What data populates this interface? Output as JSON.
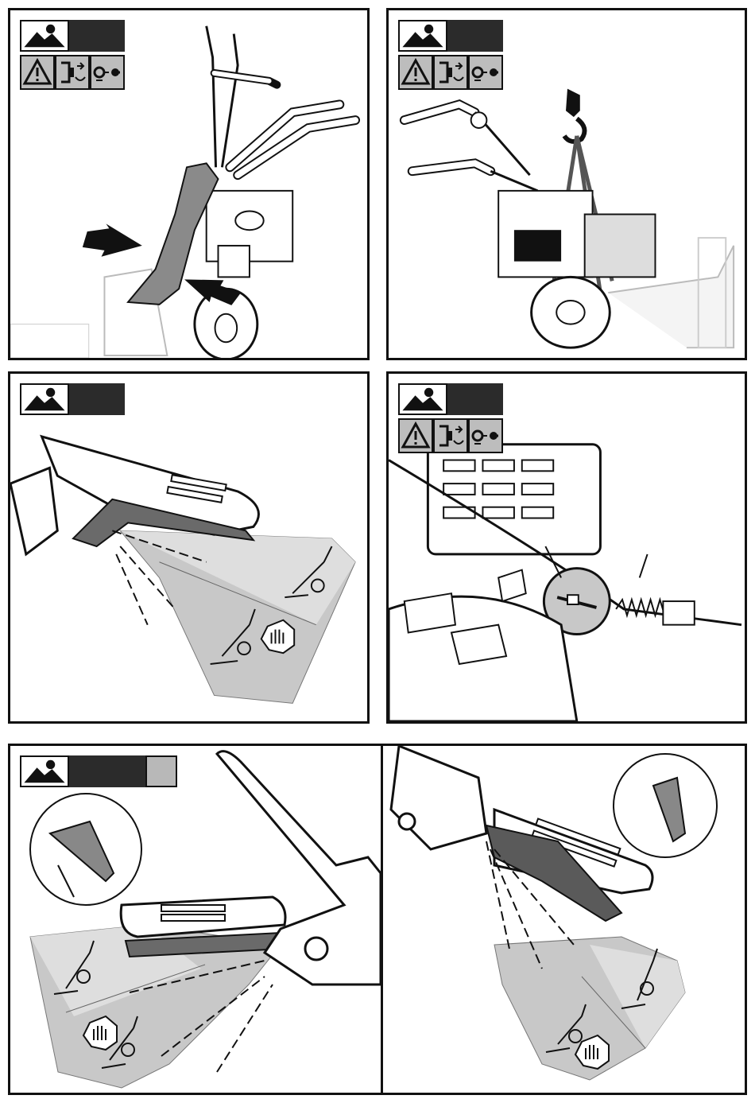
{
  "panels": [
    {
      "id": "p1",
      "icons": [
        "landscape-image-icon",
        "warning-triangle-icon",
        "disconnect-spark-plug-icon",
        "remove-key-icon"
      ]
    },
    {
      "id": "p2",
      "icons": [
        "landscape-image-icon",
        "warning-triangle-icon",
        "disconnect-spark-plug-icon",
        "remove-key-icon"
      ]
    },
    {
      "id": "p3",
      "icons": [
        "landscape-image-icon",
        "stop-hand-icon"
      ]
    },
    {
      "id": "p4",
      "icons": [
        "landscape-image-icon",
        "warning-triangle-icon",
        "disconnect-spark-plug-icon",
        "remove-key-icon"
      ]
    },
    {
      "id": "p5",
      "icons": [
        "landscape-image-icon",
        "stop-hand-icon"
      ]
    },
    {
      "id": "p6",
      "icons": [
        "stop-hand-icon"
      ]
    }
  ],
  "colors": {
    "border": "#111111",
    "dark": "#2b2b2b",
    "mid": "#8a8a8a",
    "light": "#c8c8c8",
    "zone": "#b5b5b5"
  }
}
